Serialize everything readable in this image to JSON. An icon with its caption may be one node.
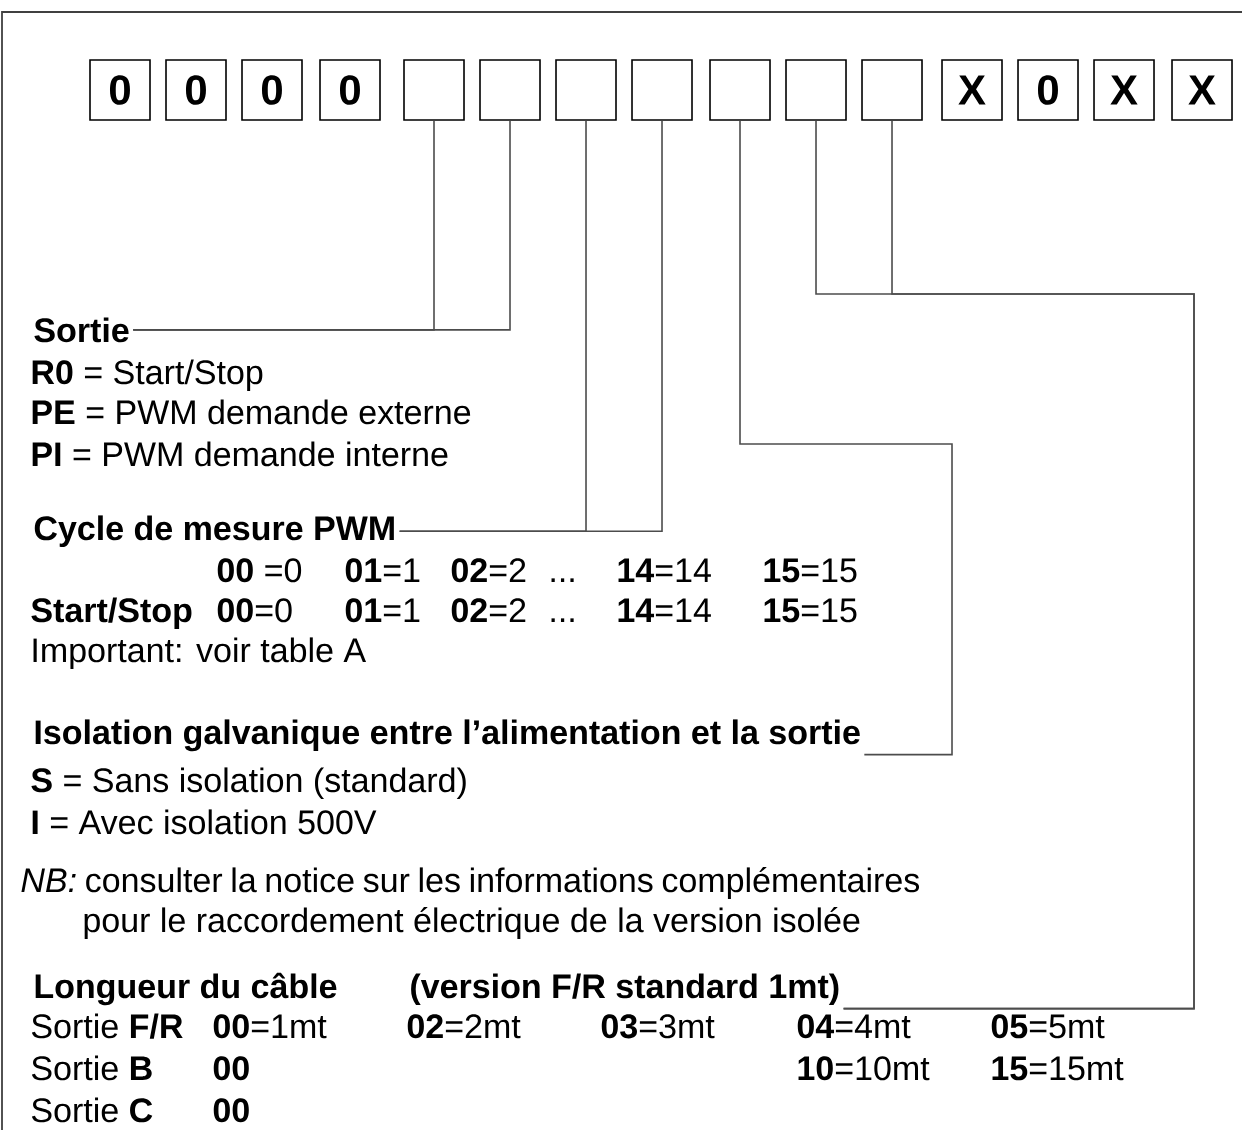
{
  "diagram": {
    "nodes": [
      {
        "text": [
          "0"
        ]
      },
      {
        "text": [
          "0"
        ]
      },
      {
        "text": [
          "0"
        ]
      },
      {
        "text": [
          "0"
        ]
      },
      {
        "text": [],
        "shape": "box"
      },
      {
        "text": [],
        "shape": "box"
      },
      {
        "text": [],
        "shape": "box"
      },
      {
        "text": [],
        "shape": "box"
      },
      {
        "text": [],
        "shape": "box"
      },
      {
        "text": [],
        "shape": "box"
      },
      {
        "text": [],
        "shape": "box"
      },
      {
        "text": [
          "X"
        ]
      },
      {
        "text": [
          "0"
        ]
      },
      {
        "text": [
          "X"
        ]
      },
      {
        "text": [
          "X"
        ]
      },
      {
        "text": [
          "Sortie"
        ]
      },
      {
        "text": [
          "Cycle de mesure PWM"
        ]
      },
      {
        "text": [
          "Isolation galvanique entre l’alimentation et la sortie"
        ]
      },
      {
        "text": [
          "Longueur du câble",
          "(version F/R standard 1mt)"
        ]
      }
    ],
    "edges": [
      {
        "from": 4,
        "to": 15,
        "arrow": "none"
      },
      {
        "from": 5,
        "to": 15,
        "arrow": "none"
      },
      {
        "from": 6,
        "to": 16,
        "arrow": "none"
      },
      {
        "from": 7,
        "to": 16,
        "arrow": "none"
      },
      {
        "from": 8,
        "to": 17,
        "arrow": "none"
      },
      {
        "from": 9,
        "to": 18,
        "arrow": "none"
      },
      {
        "from": 10,
        "to": 18,
        "arrow": "none"
      }
    ],
    "labels": [
      "**R0** = Start/Stop",
      "**PE** = PWM demande externe",
      "**PI** = PWM demande interne",
      "**00** =0",
      "**01**=1",
      "**02**=2",
      "...",
      "**14**=14",
      "**15**=15",
      "Start/Stop",
      "**00**=0",
      "**01**=1",
      "**02**=2",
      "...",
      "**14**=14",
      "**15**=15",
      "Important: voir table A",
      "**S** = Sans isolation (standard)",
      "**I** = Avec isolation 500V",
      "*NB:* consulter la notice sur les informations complémentaires pour le raccordement électrique de la version isolée",
      "Sortie **F/R**",
      "**00**=1mt",
      "**02**=2mt",
      "**03**=3mt",
      "**04**=4mt",
      "**05**=5mt",
      "Sortie **B**",
      "00",
      "**10**=10mt",
      "**15**=15mt",
      "Sortie **C**",
      "00"
    ]
  }
}
